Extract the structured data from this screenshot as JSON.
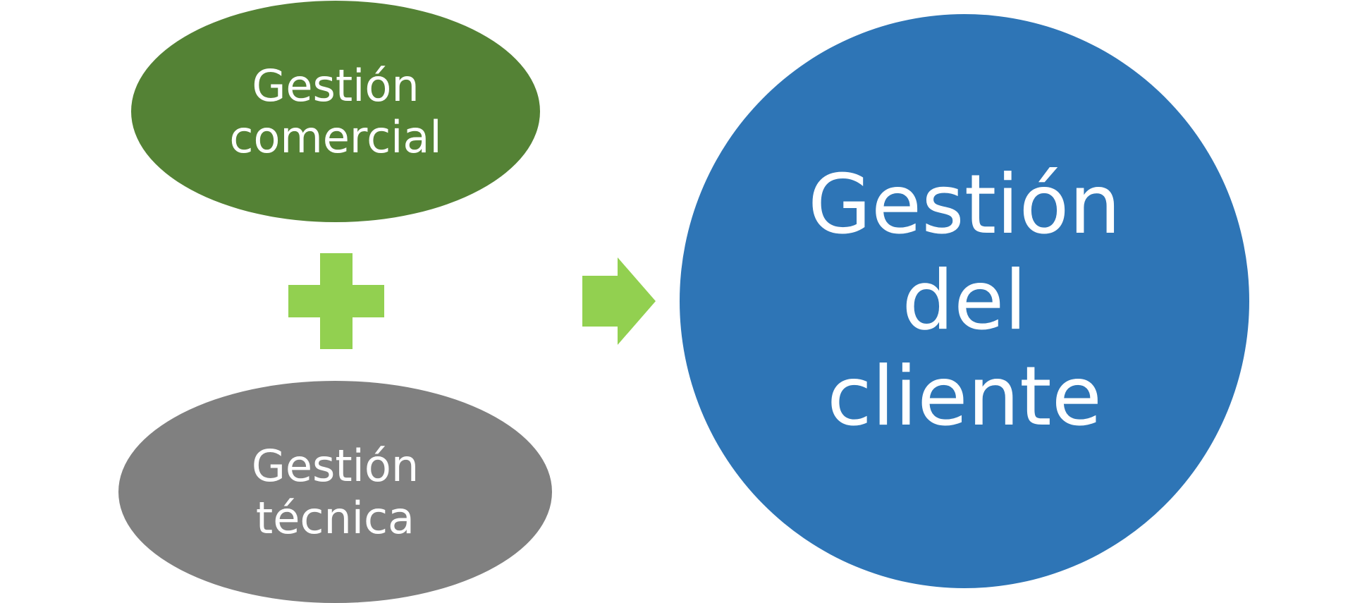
{
  "diagram": {
    "colors": {
      "commercial": "#548235",
      "technical": "#808080",
      "client": "#2E75B6",
      "operators": "#92D050",
      "text": "#FFFFFF"
    },
    "nodes": {
      "commercial": {
        "line1": "Gestión",
        "line2": "comercial"
      },
      "technical": {
        "line1": "Gestión",
        "line2": "técnica"
      },
      "client": {
        "line1": "Gestión",
        "line2": "del",
        "line3": "cliente"
      }
    },
    "operators": {
      "plus": "plus-icon",
      "arrow": "arrow-right-icon"
    }
  }
}
